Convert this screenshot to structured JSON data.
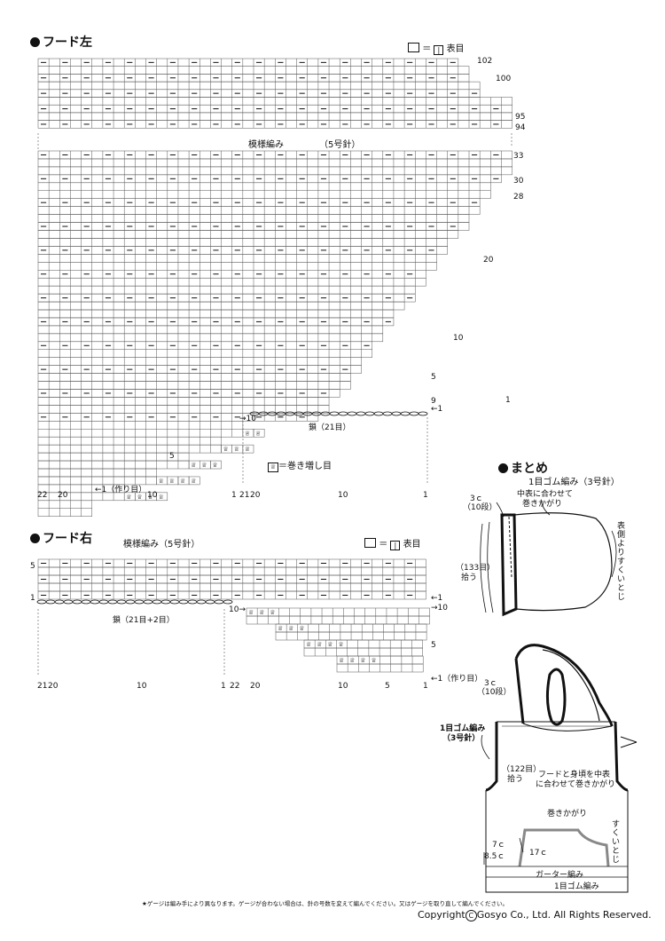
{
  "left": {
    "title": "フード左",
    "legend_eq": "＝",
    "legend_text": "表目",
    "pattern_label": "模様編み",
    "needle_label": "（5号針）",
    "row_labels_top": [
      "102",
      "100",
      "95",
      "94"
    ],
    "row_labels_bottom": [
      "33",
      "30",
      "28",
      "20",
      "10",
      "5",
      "9",
      "1"
    ],
    "arrow_left": "←1",
    "arrow_right": "→10",
    "chain_label": "鎖（21目）",
    "increase_legend": "＝巻き増し目",
    "increase_symbol": "♕",
    "cast_on_label": "←1（作り目）",
    "col_labels_left": [
      "22",
      "20",
      "10",
      "1"
    ],
    "col_labels_right": [
      "21",
      "20",
      "10",
      "1"
    ],
    "row_label_5b": "5"
  },
  "right": {
    "title": "フード右",
    "pattern_label": "模様編み（5号針）",
    "legend_eq": "＝",
    "legend_text": "表目",
    "row_labels_left": [
      "5",
      "1"
    ],
    "arrow_right_a": "←1",
    "arrow_right_b": "→10",
    "arrow_mid": "10→",
    "chain_label": "鎖（21目+2目）",
    "row_label_5": "5",
    "cast_on_label": "←1（作り目）",
    "col_labels": [
      "21",
      "20",
      "10",
      "1",
      "22",
      "20",
      "10",
      "5",
      "1"
    ]
  },
  "assembly": {
    "title": "まとめ",
    "rib": "1目ゴム編み（3号針）",
    "c3": "3ｃ",
    "rows10": "（10段）",
    "center_note_1": "中表に合わせて",
    "center_note_2": "巻きかがり",
    "side_note": "表側よりすくいとじ",
    "pick_133_a": "（133目）",
    "pick_133_b": "拾う",
    "c3b": "3ｃ",
    "rows10b": "（10段）",
    "rib_b_1": "1目ゴム編み",
    "rib_b_2": "（3号針）",
    "pick_122_a": "（122目）",
    "pick_122_b": "拾う",
    "join_note_1": "フードと身頃を中表",
    "join_note_2": "に合わせて巻きかがり",
    "whip": "巻きかがり",
    "slip": "すくいとじ",
    "c7": "7ｃ",
    "c85": "8.5ｃ",
    "c17": "17ｃ",
    "garter": "ガーター編み",
    "rib_bottom": "1目ゴム編み"
  },
  "footer": {
    "note": "★ゲージは編み手により異なります。ゲージが合わない場合は、針の号数を変えて編んでください。又はゲージを取り直して編んでください。",
    "copyright_a": "Copyright",
    "copyright_symbol": "C",
    "copyright_b": "Gosyo Co., Ltd. All Rights Reserved."
  }
}
